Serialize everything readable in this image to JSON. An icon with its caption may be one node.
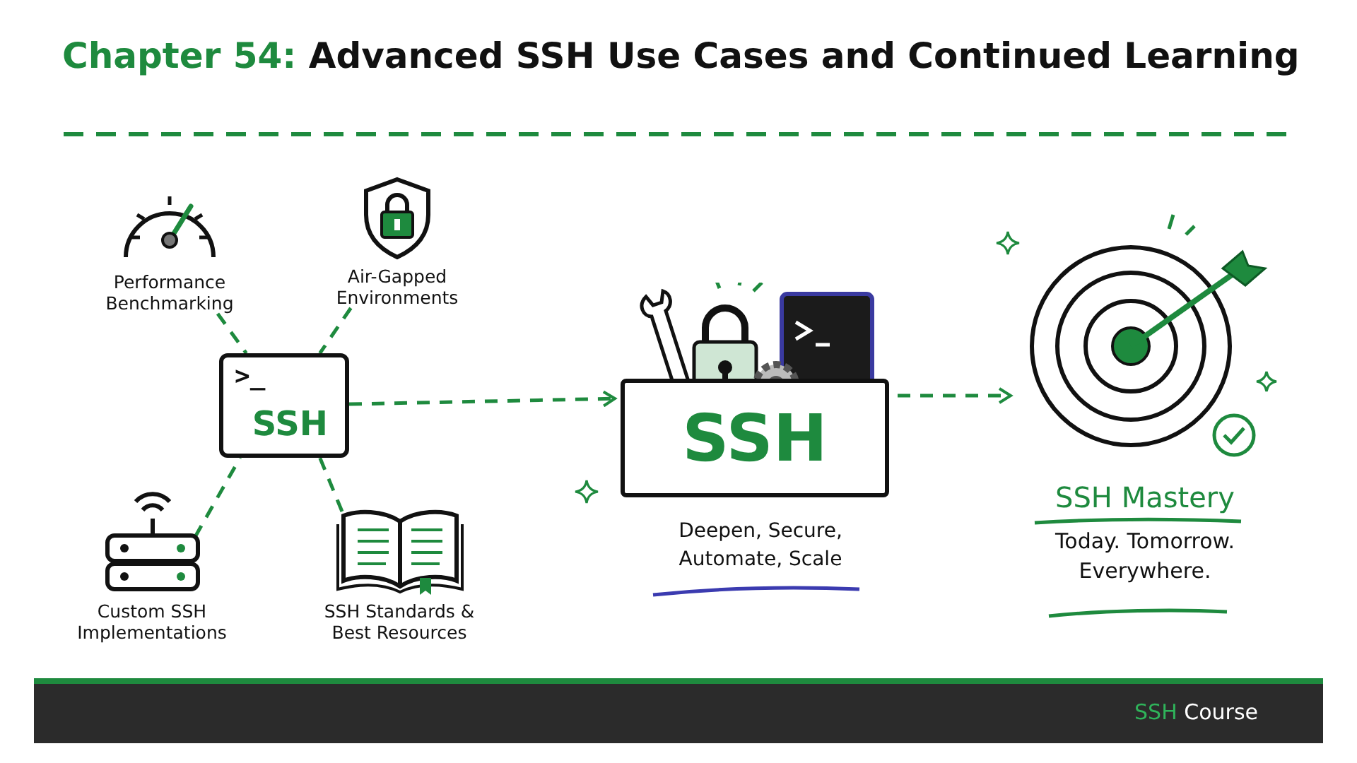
{
  "diagram": {
    "title": "**Chapter 54:** Advanced SSH Use Cases and Continued Learning",
    "nodes": [
      {
        "text": [
          "Performance Benchmarking"
        ]
      },
      {
        "text": [
          "Air-Gapped Environments"
        ]
      },
      {
        "text": [
          ">_",
          "SSH"
        ]
      },
      {
        "text": [
          "Custom SSH Implementations"
        ]
      },
      {
        "text": [
          "SSH Standards & Best Resources"
        ]
      },
      {
        "text": [
          "SSH"
        ],
        "beside": [
          "Deepen, Secure, Automate, Scale"
        ]
      },
      {
        "text": [
          "SSH Mastery",
          "Today. Tomorrow. Everywhere."
        ]
      }
    ],
    "edges": [
      {
        "from": 0,
        "to": 2,
        "arrow": "none",
        "style": "dashed"
      },
      {
        "from": 1,
        "to": 2,
        "arrow": "none",
        "style": "dashed"
      },
      {
        "from": 3,
        "to": 2,
        "arrow": "none",
        "style": "dashed"
      },
      {
        "from": 4,
        "to": 2,
        "arrow": "none",
        "style": "dashed"
      },
      {
        "from": 2,
        "to": 5,
        "arrow": "to",
        "style": "dashed"
      },
      {
        "from": 5,
        "to": 6,
        "arrow": "to",
        "style": "dashed"
      }
    ],
    "labels": [
      "**SSH** Course"
    ]
  }
}
